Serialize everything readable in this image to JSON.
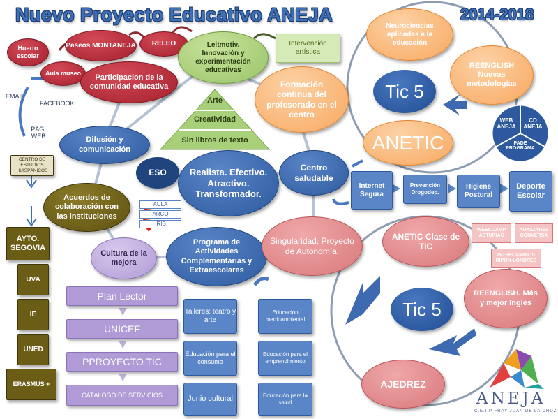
{
  "header": {
    "title": "Nuevo Proyecto Educativo ANEJA",
    "years": "2014-2018"
  },
  "community": {
    "huerto": "Huerto escolar",
    "paseos": "Paseos MONTANEJA",
    "releo": "RELEO",
    "aula_museo": "Aula museo",
    "participacion": "Participacion de la comunidad educativa"
  },
  "diffusion": {
    "email": "EMAIL",
    "facebook": "FACEBOOK",
    "pag_web": "PÁG. WEB",
    "label": "Difusión y comunicación"
  },
  "leitmotiv": {
    "label": "Leitmotiv. Innovación y experimentación educativas",
    "intervencion": "Intervención artística",
    "pyramid": [
      "Arte",
      "Creatividad",
      "Sin libros de texto"
    ]
  },
  "formacion": "Formación continua del profesorado en el centro",
  "eso": "ESO",
  "realista": "Realista. Efectivo. Atractivo. Transformador.",
  "centro_saludable": "Centro saludable",
  "acuerdos": {
    "label": "Acuerdos de colaboración con las instituciones",
    "estudios": "CENTRO DE ESTUDIOS HUISPÁNICOS",
    "partners": [
      "AYTO. SEGOVIA",
      "UVA",
      "IE",
      "UNED",
      "ERASMUS +"
    ]
  },
  "quality": {
    "items": [
      "AULA",
      "ARCO",
      "IRIS"
    ]
  },
  "cultura": {
    "label": "Cultura de la mejora",
    "items": [
      "Plan Lector",
      "UNICEF",
      "PPROYECTO TIC",
      "CATÁLOGO DE SERVICIOS"
    ]
  },
  "programa": {
    "label": "Programa de Actividades Complementarias y Extraescolares",
    "left": [
      "Talleres: teatro y arte",
      "Educación para el consumo",
      "Junio cultural"
    ],
    "right": [
      "Educación medioambiental",
      "Educación para el emprendimiento",
      "Educación para la salud"
    ]
  },
  "singularidad": "Singularidad. Proyecto de Autonomía.",
  "cycle_top": {
    "neuro": "Neurociencias aplicadas a la educación",
    "reenglish": "REENGLISH Nuevas metodologías",
    "tic": "Tic 5",
    "anetic": "ANETIC"
  },
  "pie": [
    "WEB ANEJA",
    "CD ANEJA",
    "PADE PROGRAMA"
  ],
  "salud_flow": [
    "Internet Segura",
    "Prevención Drogodep.",
    "Higiene Postural",
    "Deporte Escolar"
  ],
  "cycle_bottom": {
    "anetic": "ANETIC Clase de TIC",
    "reenglish": "REENGLISH. Más y mejor Inglés",
    "tic": "Tic 5",
    "ajedrez": "AJEDREZ"
  },
  "english_tags": [
    "WEEKCAMP ASTURIAS",
    "AUXILIARES CONVERSA",
    "INTERCAMBIOS RIPON-LONDRES"
  ],
  "logo": {
    "name": "ANEJA",
    "subtitle": "C.E.I.P FRAY JUAN DE LA CRUZ"
  },
  "colors": {
    "blue": "#2d5a9e",
    "red": "#a51f2d",
    "green": "#98c46a",
    "olive": "#5e5012",
    "orange": "#f8a860",
    "pink": "#d8787c",
    "lavender": "#b09bd6"
  }
}
